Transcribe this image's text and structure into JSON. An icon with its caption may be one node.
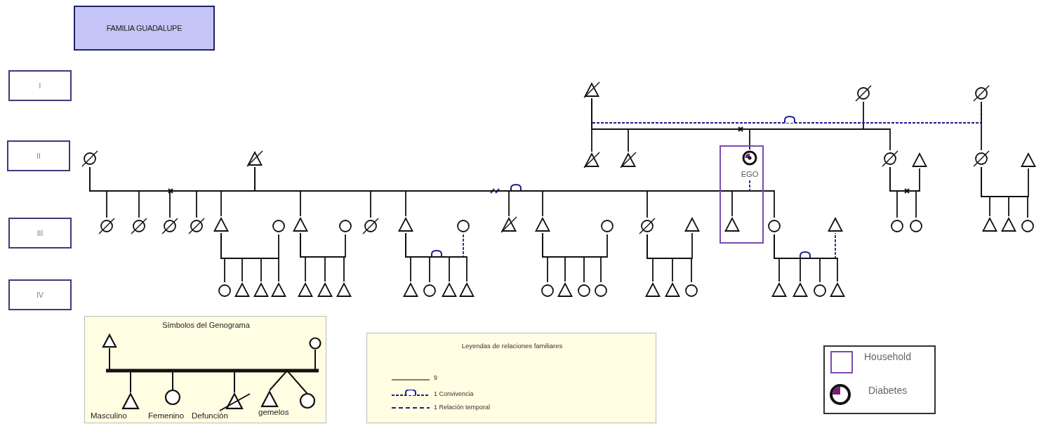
{
  "diagram": {
    "nodes": [
      {
        "text": [
          "FAMILIA GUADALUPE"
        ]
      },
      {
        "text": [
          "I"
        ]
      },
      {
        "text": [
          "II"
        ]
      },
      {
        "text": [
          "III"
        ]
      },
      {
        "text": [
          "IV"
        ]
      },
      {
        "text": [],
        "shape": "triangle"
      },
      {
        "text": [],
        "shape": "circle"
      },
      {
        "text": [],
        "shape": "circle"
      },
      {
        "text": [],
        "shape": "circle"
      },
      {
        "text": [],
        "shape": "triangle"
      },
      {
        "text": [],
        "shape": "triangle"
      },
      {
        "text": [],
        "shape": "triangle"
      },
      {
        "text": [],
        "shape": "box"
      },
      {
        "text": [],
        "shape": "circle",
        "in": 12,
        "beside": [
          "EGO"
        ]
      },
      {
        "text": [],
        "shape": "circle"
      },
      {
        "text": [],
        "shape": "triangle"
      },
      {
        "text": [],
        "shape": "circle"
      },
      {
        "text": [],
        "shape": "triangle"
      },
      {
        "text": [],
        "shape": "circle"
      },
      {
        "text": [],
        "shape": "circle"
      },
      {
        "text": [],
        "shape": "circle"
      },
      {
        "text": [],
        "shape": "circle"
      },
      {
        "text": [],
        "shape": "triangle"
      },
      {
        "text": [],
        "shape": "circle"
      },
      {
        "text": [],
        "shape": "triangle"
      },
      {
        "text": [],
        "shape": "circle"
      },
      {
        "text": [],
        "shape": "circle"
      },
      {
        "text": [],
        "shape": "triangle"
      },
      {
        "text": [],
        "shape": "circle"
      },
      {
        "text": [],
        "shape": "triangle"
      },
      {
        "text": [],
        "shape": "triangle"
      },
      {
        "text": [],
        "shape": "circle"
      },
      {
        "text": [],
        "shape": "circle"
      },
      {
        "text": [],
        "shape": "triangle"
      },
      {
        "text": [],
        "shape": "triangle",
        "in": 12
      },
      {
        "text": [],
        "shape": "circle"
      },
      {
        "text": [],
        "shape": "triangle"
      },
      {
        "text": [],
        "shape": "circle"
      },
      {
        "text": [],
        "shape": "circle"
      },
      {
        "text": [],
        "shape": "triangle"
      },
      {
        "text": [],
        "shape": "triangle"
      },
      {
        "text": [],
        "shape": "circle"
      },
      {
        "text": [],
        "shape": "circle"
      },
      {
        "text": [],
        "shape": "triangle"
      },
      {
        "text": [],
        "shape": "triangle"
      },
      {
        "text": [],
        "shape": "triangle"
      },
      {
        "text": [],
        "shape": "triangle"
      },
      {
        "text": [],
        "shape": "triangle"
      },
      {
        "text": [],
        "shape": "triangle"
      },
      {
        "text": [],
        "shape": "triangle"
      },
      {
        "text": [],
        "shape": "circle"
      },
      {
        "text": [],
        "shape": "triangle"
      },
      {
        "text": [],
        "shape": "triangle"
      },
      {
        "text": [],
        "shape": "circle"
      },
      {
        "text": [],
        "shape": "triangle"
      },
      {
        "text": [],
        "shape": "circle"
      },
      {
        "text": [],
        "shape": "circle"
      },
      {
        "text": [],
        "shape": "triangle"
      },
      {
        "text": [],
        "shape": "triangle"
      },
      {
        "text": [],
        "shape": "circle"
      },
      {
        "text": [],
        "shape": "triangle"
      },
      {
        "text": [],
        "shape": "triangle"
      },
      {
        "text": [],
        "shape": "circle"
      },
      {
        "text": [],
        "shape": "triangle"
      },
      {
        "text": [
          "Símbolos del Genograma",
          "Masculino",
          "Femenino",
          "Defunción",
          "gemelos"
        ]
      },
      {
        "text": [
          "Leyendas de relaciones familiares"
        ]
      }
    ],
    "edges": [
      {
        "from": 5,
        "to": 6,
        "arrow": "none"
      },
      {
        "from": 5,
        "to": 7,
        "arrow": "none",
        "style": "dashed",
        "color": "#1c1c8c"
      },
      {
        "from": 8,
        "to": 9,
        "arrow": "none"
      },
      {
        "from": 9,
        "to": 13,
        "arrow": "none",
        "style": "dashed",
        "color": "#1c1c8c"
      },
      {
        "from": 14,
        "to": 15,
        "arrow": "none"
      },
      {
        "from": 16,
        "to": 17,
        "arrow": "none"
      },
      {
        "from": 22,
        "to": 23,
        "arrow": "none"
      },
      {
        "from": 24,
        "to": 25,
        "arrow": "none"
      },
      {
        "from": 27,
        "to": 28,
        "arrow": "none",
        "style": "dashed",
        "color": "#1c1c8c"
      },
      {
        "from": 30,
        "to": 31,
        "arrow": "none"
      },
      {
        "from": 32,
        "to": 33,
        "arrow": "none"
      },
      {
        "from": 35,
        "to": 36,
        "arrow": "none",
        "style": "dashed",
        "color": "#1c1c8c"
      },
      {
        "from": 5,
        "to": 10,
        "arrow": "none"
      },
      {
        "from": 5,
        "to": 11,
        "arrow": "none"
      },
      {
        "from": 5,
        "to": 13,
        "arrow": "none"
      },
      {
        "from": 5,
        "to": 14,
        "arrow": "none"
      },
      {
        "from": 7,
        "to": 16,
        "arrow": "none"
      },
      {
        "from": 8,
        "to": 18,
        "arrow": "none"
      },
      {
        "from": 8,
        "to": 19,
        "arrow": "none"
      },
      {
        "from": 8,
        "to": 20,
        "arrow": "none"
      },
      {
        "from": 8,
        "to": 21,
        "arrow": "none"
      },
      {
        "from": 8,
        "to": 22,
        "arrow": "none"
      },
      {
        "from": 9,
        "to": 24,
        "arrow": "none"
      },
      {
        "from": 9,
        "to": 26,
        "arrow": "none"
      },
      {
        "from": 9,
        "to": 27,
        "arrow": "none"
      },
      {
        "from": 9,
        "to": 29,
        "arrow": "none"
      },
      {
        "from": 9,
        "to": 30,
        "arrow": "none"
      },
      {
        "from": 9,
        "to": 32,
        "arrow": "none"
      },
      {
        "from": 9,
        "to": 34,
        "arrow": "none"
      },
      {
        "from": 9,
        "to": 35,
        "arrow": "none"
      },
      {
        "from": 14,
        "to": 37,
        "arrow": "none"
      },
      {
        "from": 14,
        "to": 38,
        "arrow": "none"
      },
      {
        "from": 16,
        "to": 39,
        "arrow": "none"
      },
      {
        "from": 16,
        "to": 40,
        "arrow": "none"
      },
      {
        "from": 16,
        "to": 41,
        "arrow": "none"
      },
      {
        "from": 22,
        "to": 42,
        "arrow": "none"
      },
      {
        "from": 22,
        "to": 43,
        "arrow": "none"
      },
      {
        "from": 22,
        "to": 44,
        "arrow": "none"
      },
      {
        "from": 22,
        "to": 45,
        "arrow": "none"
      },
      {
        "from": 24,
        "to": 46,
        "arrow": "none"
      },
      {
        "from": 24,
        "to": 47,
        "arrow": "none"
      },
      {
        "from": 24,
        "to": 48,
        "arrow": "none"
      },
      {
        "from": 27,
        "to": 49,
        "arrow": "none"
      },
      {
        "from": 27,
        "to": 50,
        "arrow": "none"
      },
      {
        "from": 27,
        "to": 51,
        "arrow": "none"
      },
      {
        "from": 27,
        "to": 52,
        "arrow": "none"
      },
      {
        "from": 30,
        "to": 53,
        "arrow": "none"
      },
      {
        "from": 30,
        "to": 54,
        "arrow": "none"
      },
      {
        "from": 30,
        "to": 55,
        "arrow": "none"
      },
      {
        "from": 30,
        "to": 56,
        "arrow": "none"
      },
      {
        "from": 32,
        "to": 57,
        "arrow": "none"
      },
      {
        "from": 32,
        "to": 58,
        "arrow": "none"
      },
      {
        "from": 32,
        "to": 59,
        "arrow": "none"
      },
      {
        "from": 35,
        "to": 60,
        "arrow": "none"
      },
      {
        "from": 35,
        "to": 61,
        "arrow": "none"
      },
      {
        "from": 35,
        "to": 62,
        "arrow": "none"
      },
      {
        "from": 35,
        "to": 63,
        "arrow": "none"
      }
    ],
    "legend": [
      {
        "text": "9"
      },
      {
        "text": "1 Convivencia"
      },
      {
        "text": "1 Relación temporal"
      },
      {
        "text": "Household"
      },
      {
        "text": "Diabetes"
      }
    ]
  }
}
